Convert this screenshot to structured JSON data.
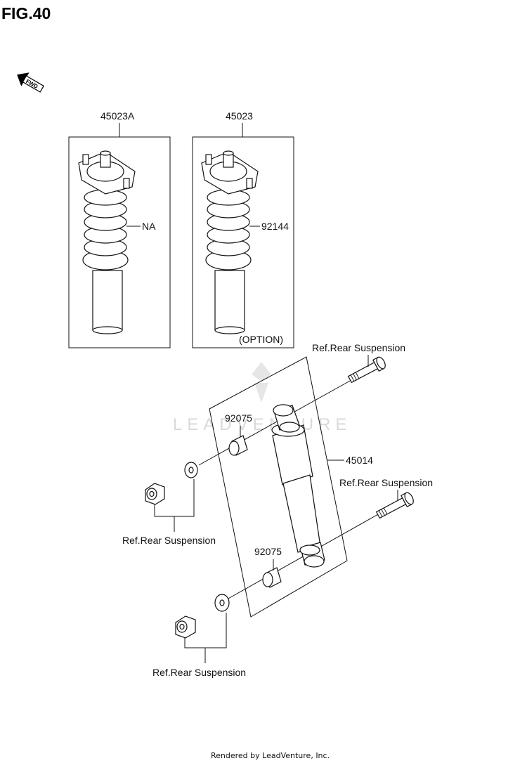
{
  "figure": {
    "title": "FIG.40"
  },
  "forward_indicator": {
    "label": "FWD"
  },
  "callouts": {
    "assembly_a": "45023A",
    "assembly_b": "45023",
    "spring_a": "NA",
    "spring_b": "92144",
    "option": "(OPTION)",
    "shock": "45014",
    "bushing_top": "92075",
    "bushing_bottom": "92075",
    "ref_bolt_top": "Ref.Rear Suspension",
    "ref_bolt_bottom": "Ref.Rear Suspension",
    "ref_nut_top": "Ref.Rear Suspension",
    "ref_nut_bottom": "Ref.Rear Suspension"
  },
  "watermark": {
    "text": "LEADVENTURE"
  },
  "footer": {
    "credit": "Rendered by LeadVenture, Inc."
  }
}
